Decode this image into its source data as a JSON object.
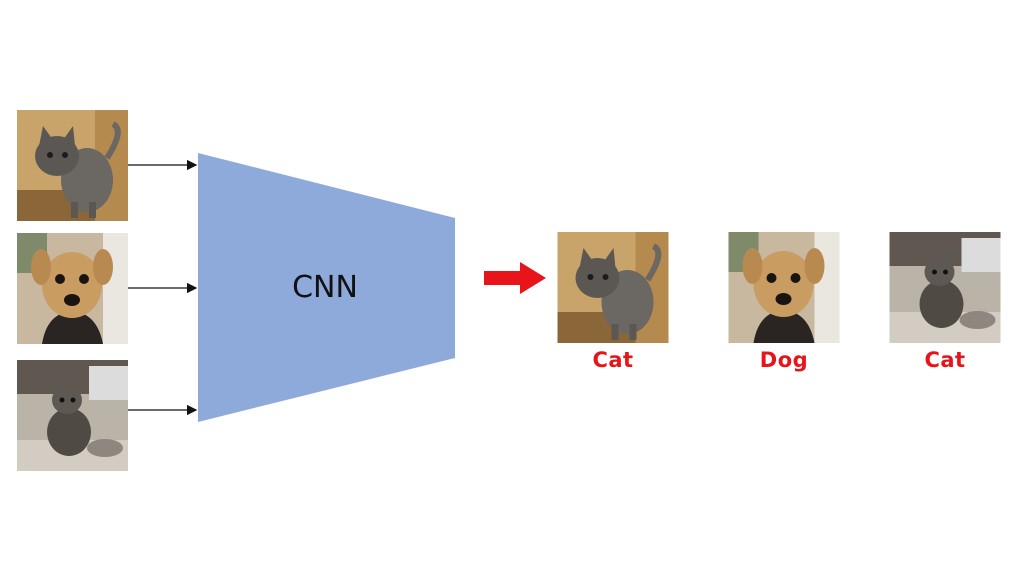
{
  "network": {
    "label": "CNN",
    "fill_color": "#8eaadb"
  },
  "inputs": [
    {
      "subject": "cat",
      "icon": "tabby-cat-photo-icon"
    },
    {
      "subject": "dog",
      "icon": "puppy-photo-icon"
    },
    {
      "subject": "cat",
      "icon": "kitten-photo-icon"
    }
  ],
  "outputs": [
    {
      "label": "Cat",
      "icon": "tabby-cat-photo-icon"
    },
    {
      "label": "Dog",
      "icon": "puppy-photo-icon"
    },
    {
      "label": "Cat",
      "icon": "kitten-photo-icon"
    }
  ],
  "colors": {
    "arrow_big": "#e8141a",
    "arrow_small": "#111111",
    "label_text": "#e8141a"
  }
}
